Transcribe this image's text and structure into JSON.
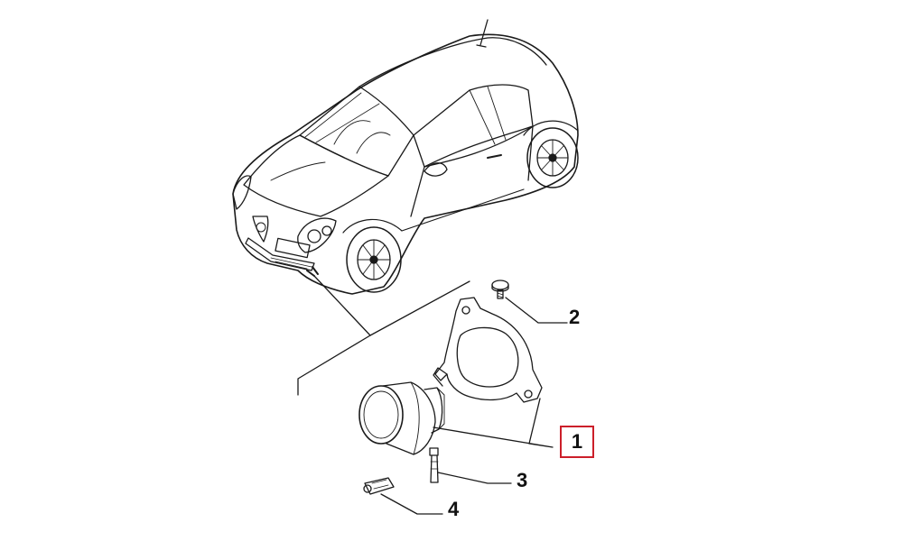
{
  "callouts": {
    "part1": "1",
    "part2": "2",
    "part3": "3",
    "part4": "4"
  },
  "highlight_color": "#cc1f2a",
  "line_color": "#1a1a1a"
}
